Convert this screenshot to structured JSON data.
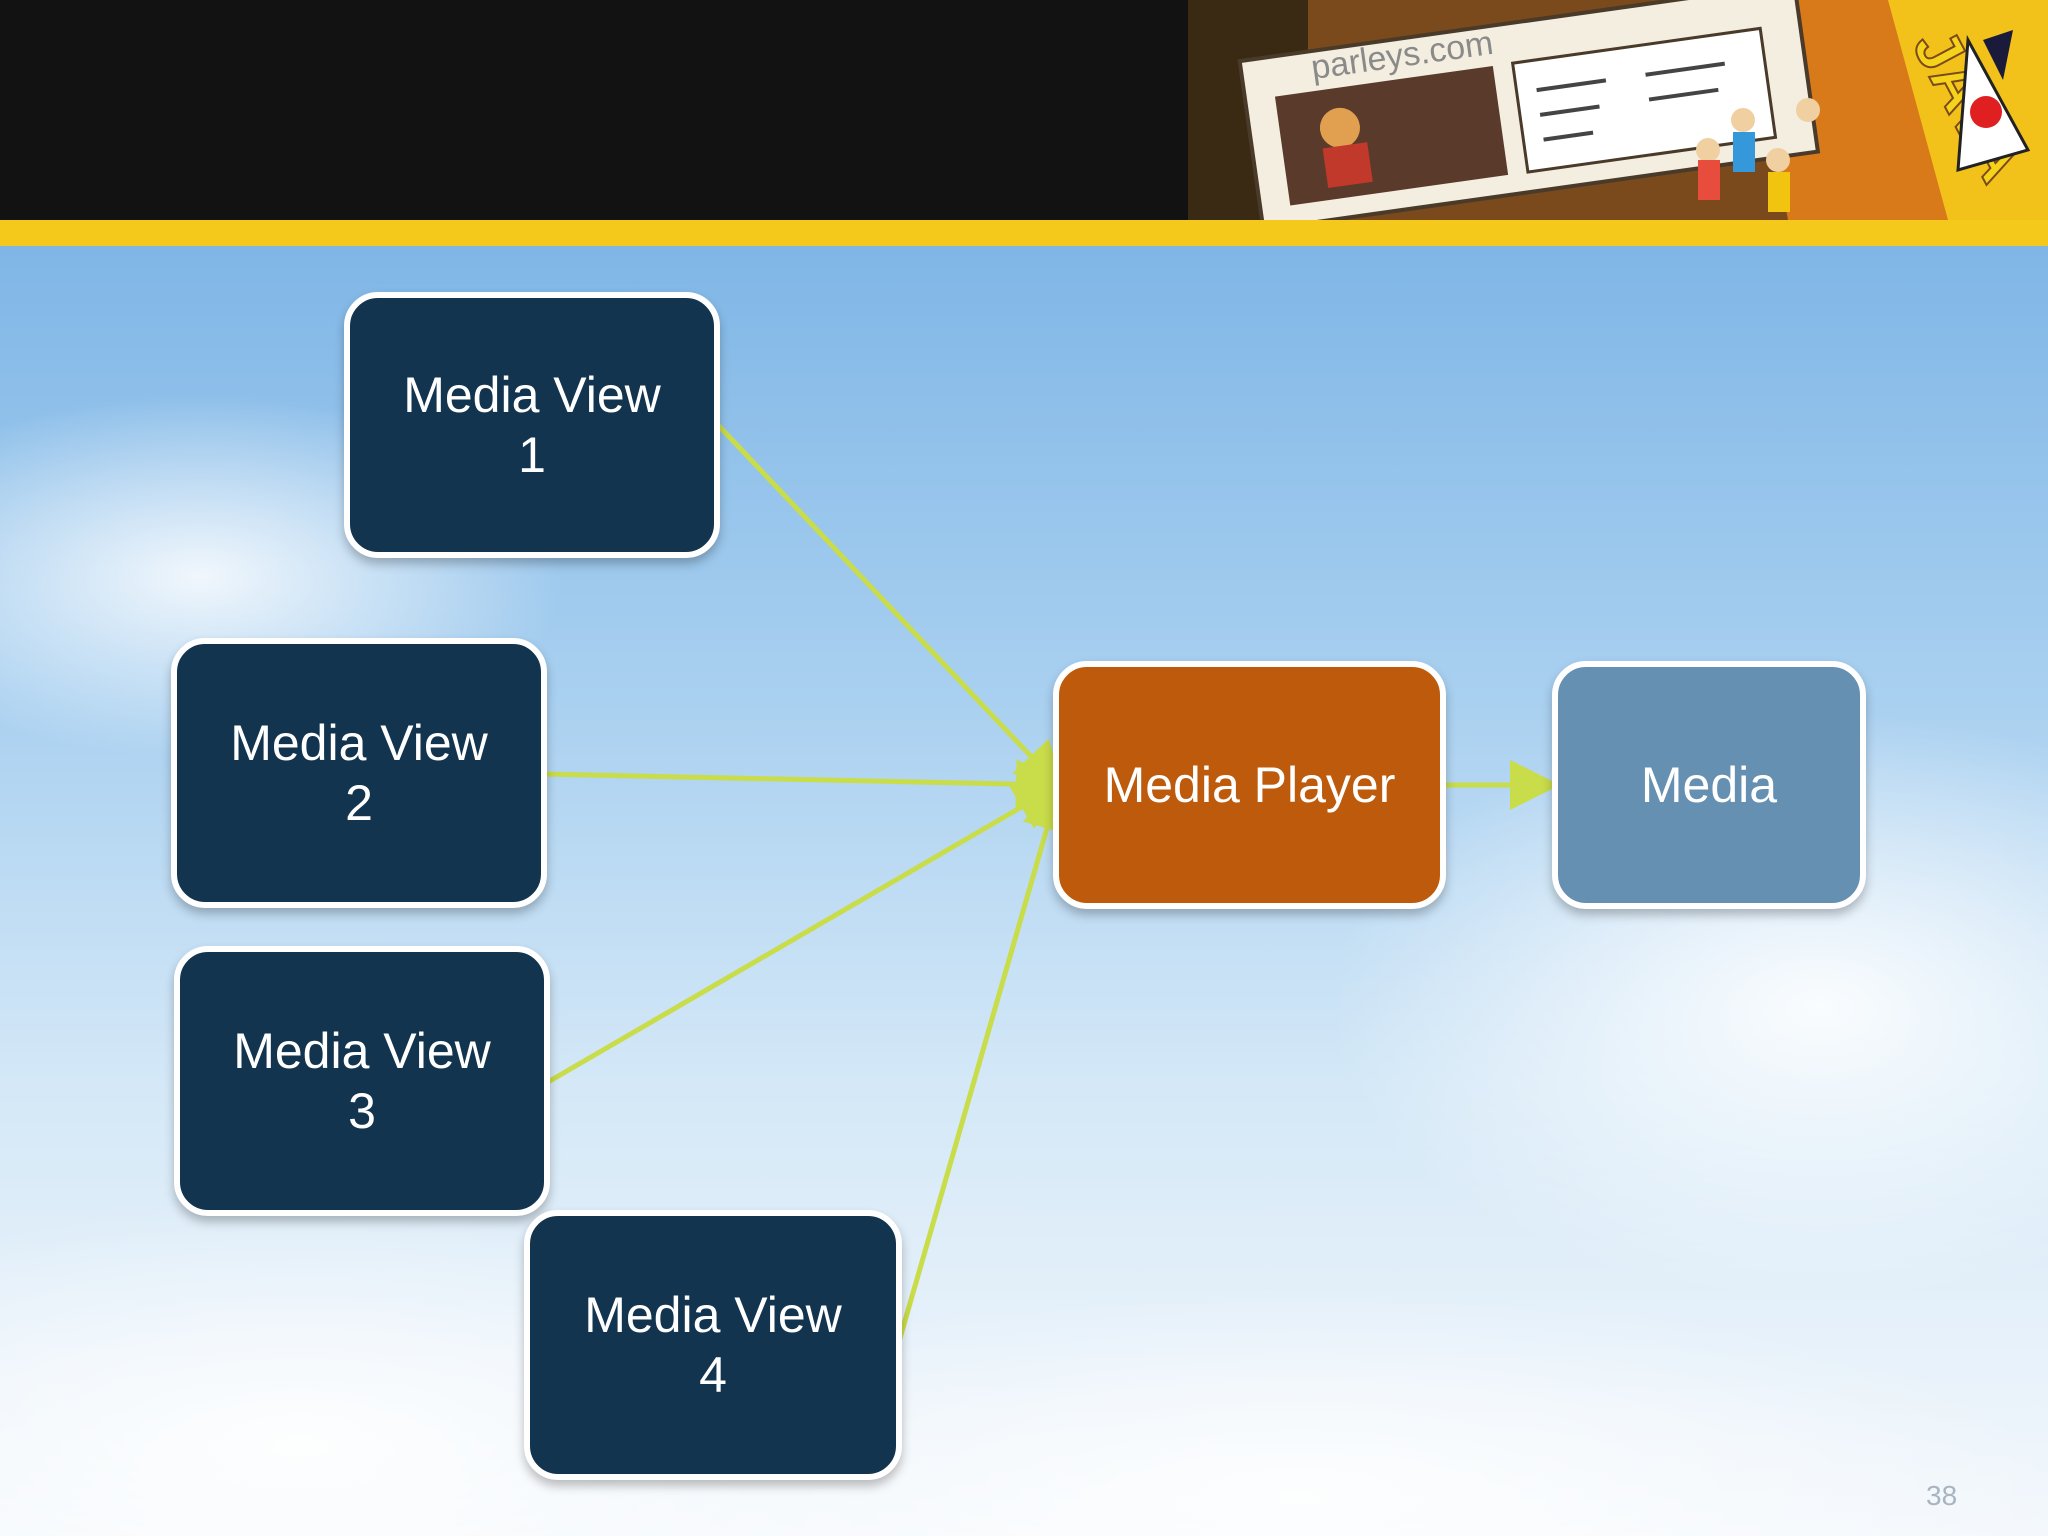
{
  "slide": {
    "page_number": "38",
    "banner_text": "parleys.com",
    "banner_java_text": "JAVA"
  },
  "diagram": {
    "nodes": {
      "mv1": "Media View\n1",
      "mv2": "Media View\n2",
      "mv3": "Media View\n3",
      "mv4": "Media View\n4",
      "player": "Media Player",
      "media": "Media"
    },
    "edges": [
      {
        "from": "Media View 1",
        "to": "Media Player"
      },
      {
        "from": "Media View 2",
        "to": "Media Player"
      },
      {
        "from": "Media View 3",
        "to": "Media Player"
      },
      {
        "from": "Media View 4",
        "to": "Media Player"
      },
      {
        "from": "Media Player",
        "to": "Media"
      }
    ]
  },
  "colors": {
    "node_dark": "#13344f",
    "node_orange": "#bd5a0b",
    "node_steel": "#6690b1",
    "arrow": "#c9dc4a",
    "header_band": "#f5c81c"
  }
}
